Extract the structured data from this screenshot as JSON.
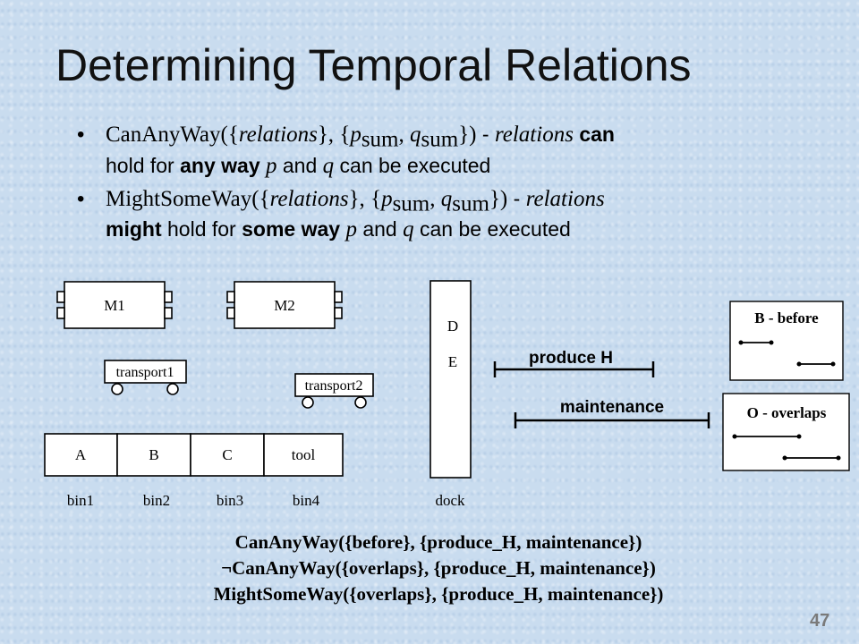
{
  "title": "Determining Temporal Relations",
  "bullets": [
    {
      "fn": "CanAnyWay(",
      "set_open": "{",
      "rel": "relations",
      "set_close": "}, ",
      "pq_open": "{",
      "p": "p",
      "p_sub": "sum",
      "comma": ", ",
      "q": "q",
      "q_sub": "sum",
      "pq_close": "})",
      "dash": " - ",
      "rel2": "relations",
      "kw1": "can",
      "line2_a": "hold for ",
      "kw2": "any way",
      "line2_b": " ",
      "p2": "p",
      "line2_c": " and ",
      "q2": "q",
      "line2_d": " can be executed"
    },
    {
      "fn": "MightSomeWay(",
      "set_open": "{",
      "rel": "relations",
      "set_close": "}, ",
      "pq_open": "{",
      "p": "p",
      "p_sub": "sum",
      "comma": ", ",
      "q": "q",
      "q_sub": "sum",
      "pq_close": "})",
      "dash": " - ",
      "rel2": "relations",
      "kw1": "might",
      "line2_a": " hold for ",
      "kw2": "some way",
      "line2_b": " ",
      "p2": "p",
      "line2_c": " and ",
      "q2": "q",
      "line2_d": " can be executed"
    }
  ],
  "diagram": {
    "machines": [
      "M1",
      "M2"
    ],
    "transports": [
      "transport1",
      "transport2"
    ],
    "bins": [
      {
        "content": "A",
        "label": "bin1"
      },
      {
        "content": "B",
        "label": "bin2"
      },
      {
        "content": "C",
        "label": "bin3"
      },
      {
        "content": "tool",
        "label": "bin4"
      }
    ],
    "dock": {
      "items": [
        "D",
        "E"
      ],
      "label": "dock"
    },
    "intervals": {
      "produce": "produce H",
      "maintenance": "maintenance"
    },
    "legend": {
      "before": "B - before",
      "overlaps": "O - overlaps"
    }
  },
  "formulas": {
    "line1": "CanAnyWay({before}, {produce_H, maintenance})",
    "neg": "¬",
    "line2": "CanAnyWay({overlaps}, {produce_H, maintenance})",
    "line3": "MightSomeWay({overlaps}, {produce_H, maintenance})"
  },
  "page_number": "47"
}
